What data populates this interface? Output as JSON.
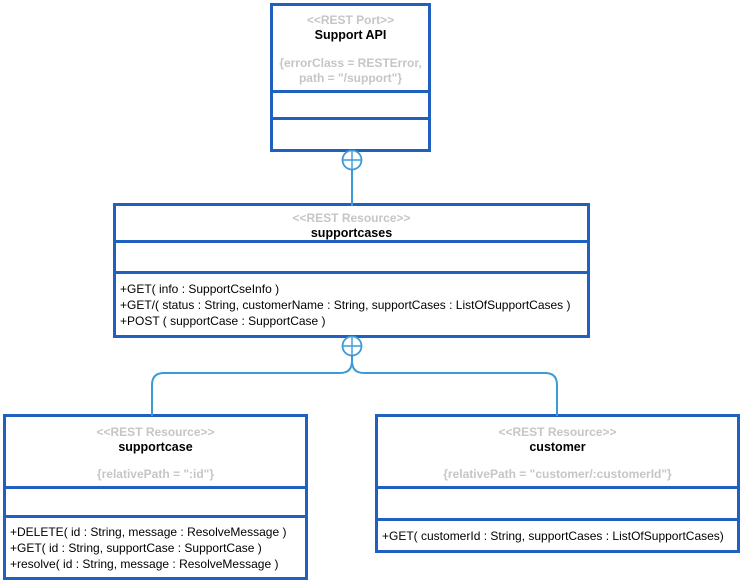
{
  "colors": {
    "box_border": "#2061c0",
    "connector": "#3b9bd8",
    "muted_text": "#c6c6c6",
    "name_text": "#000000",
    "background": "#ffffff"
  },
  "nodes": {
    "support_api": {
      "stereotype": "<<REST Port>>",
      "name": "Support API",
      "constraint": [
        "{errorClass = RESTError,",
        "path = \"/support\"}"
      ],
      "operations": []
    },
    "supportcases": {
      "stereotype": "<<REST Resource>>",
      "name": "supportcases",
      "constraint": [],
      "operations": [
        "+GET( info : SupportCseInfo )",
        "+GET/( status : String, customerName : String, supportCases : ListOfSupportCases )",
        "+POST ( supportCase : SupportCase )"
      ]
    },
    "supportcase": {
      "stereotype": "<<REST Resource>>",
      "name": "supportcase",
      "constraint": [
        "{relativePath = \":id\"}"
      ],
      "operations": [
        "+DELETE( id : String, message : ResolveMessage )",
        "+GET( id : String, supportCase : SupportCase )",
        "+resolve( id : String, message : ResolveMessage )"
      ]
    },
    "customer": {
      "stereotype": "<<REST Resource>>",
      "name": "customer",
      "constraint": [
        "{relativePath = \"customer/:customerId\"}"
      ],
      "operations": [
        "+GET( customerId : String, supportCases : ListOfSupportCases)"
      ]
    }
  },
  "icons": {
    "containment_icon": "circle-plus"
  }
}
